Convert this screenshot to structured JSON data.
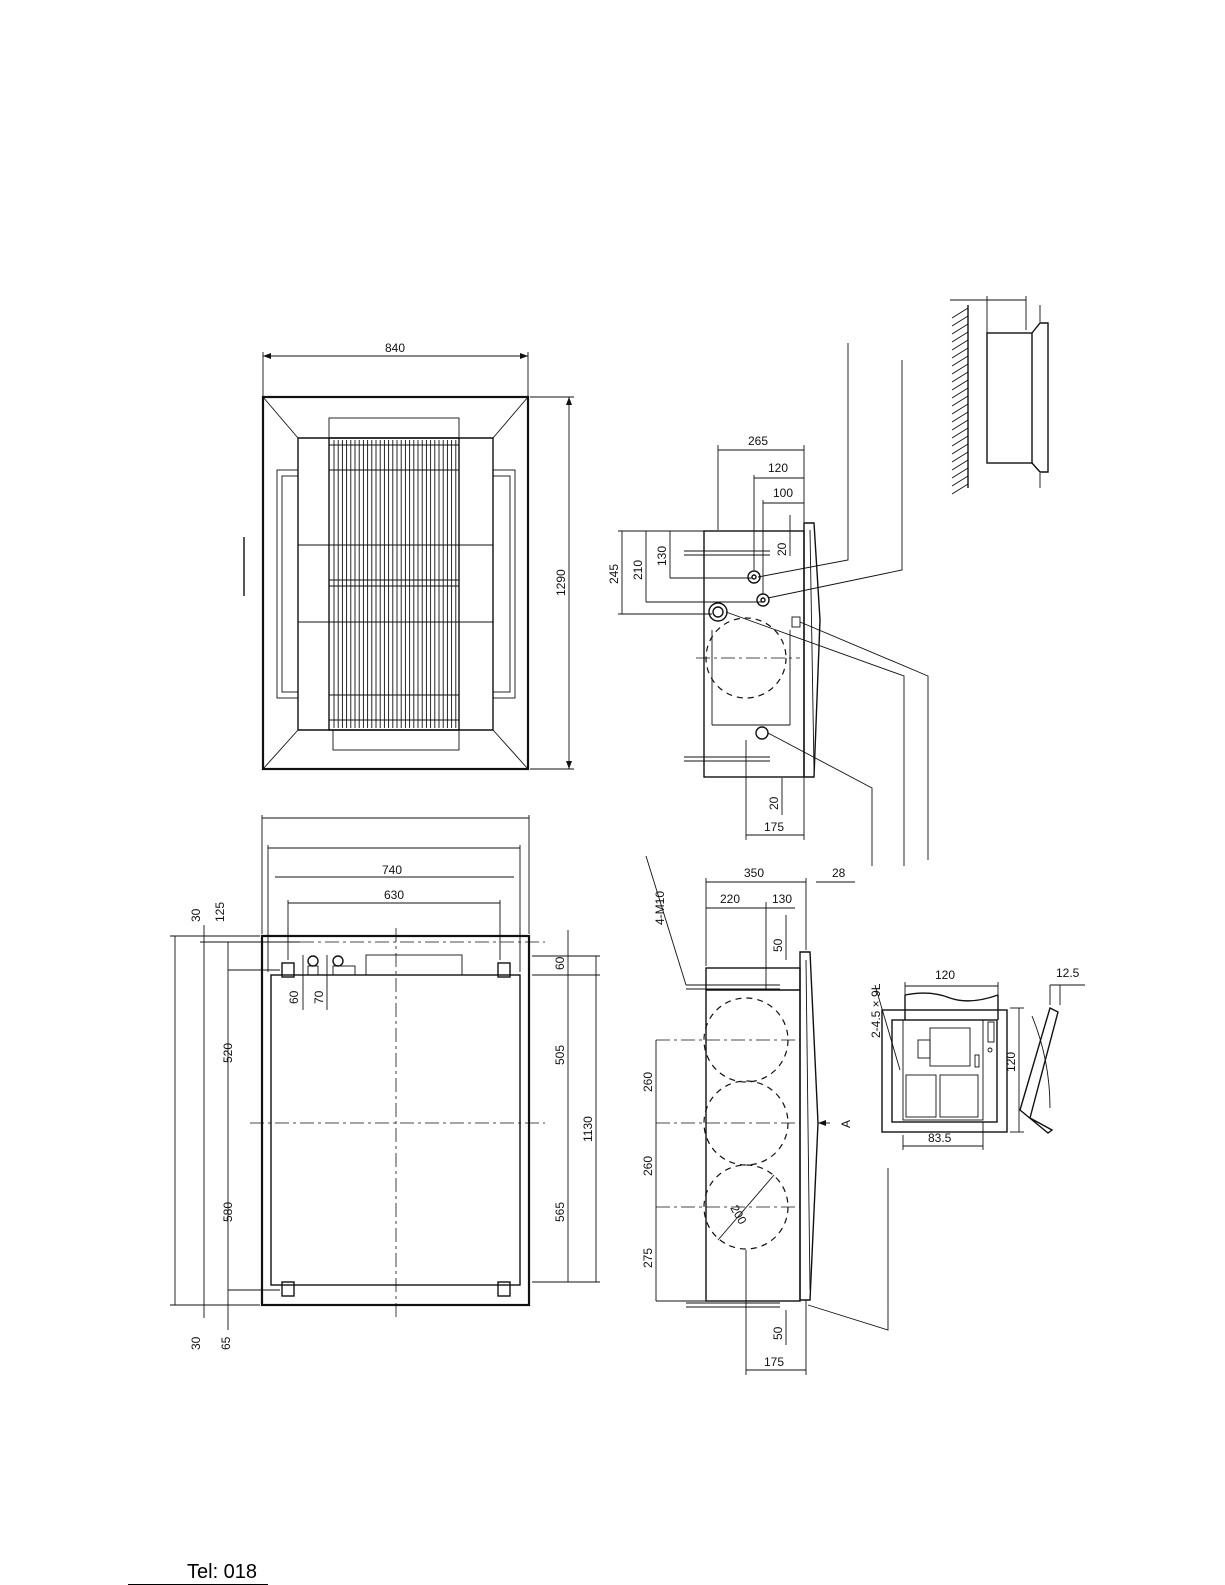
{
  "footer": {
    "tel": "Tel: 018"
  },
  "top_view": {
    "width": "840",
    "height": "1290"
  },
  "side_view_upper": {
    "d265": "265",
    "d120": "120",
    "d100": "100",
    "d20a": "20",
    "d245": "245",
    "d210": "210",
    "d130": "130",
    "d20b": "20",
    "d175": "175"
  },
  "plan_view": {
    "d740": "740",
    "d630": "630",
    "d30a": "30",
    "d125": "125",
    "d60a": "60",
    "d70": "70",
    "d520": "520",
    "d580": "580",
    "d30b": "30",
    "d65": "65",
    "d60b": "60",
    "d505": "505",
    "d1130": "1130",
    "d565": "565"
  },
  "side_view_lower": {
    "d350": "350",
    "d28": "28",
    "d220": "220",
    "d130": "130",
    "bolt": "4-M10",
    "d50a": "50",
    "d260a": "260",
    "d260b": "260",
    "d275": "275",
    "d200": "200",
    "arrow": "A",
    "d50b": "50",
    "d175": "175"
  },
  "detail_view": {
    "d120w": "120",
    "d12_5": "12.5",
    "hole": "2-4.5 × 9L",
    "d120h": "120",
    "d83_5": "83.5"
  }
}
